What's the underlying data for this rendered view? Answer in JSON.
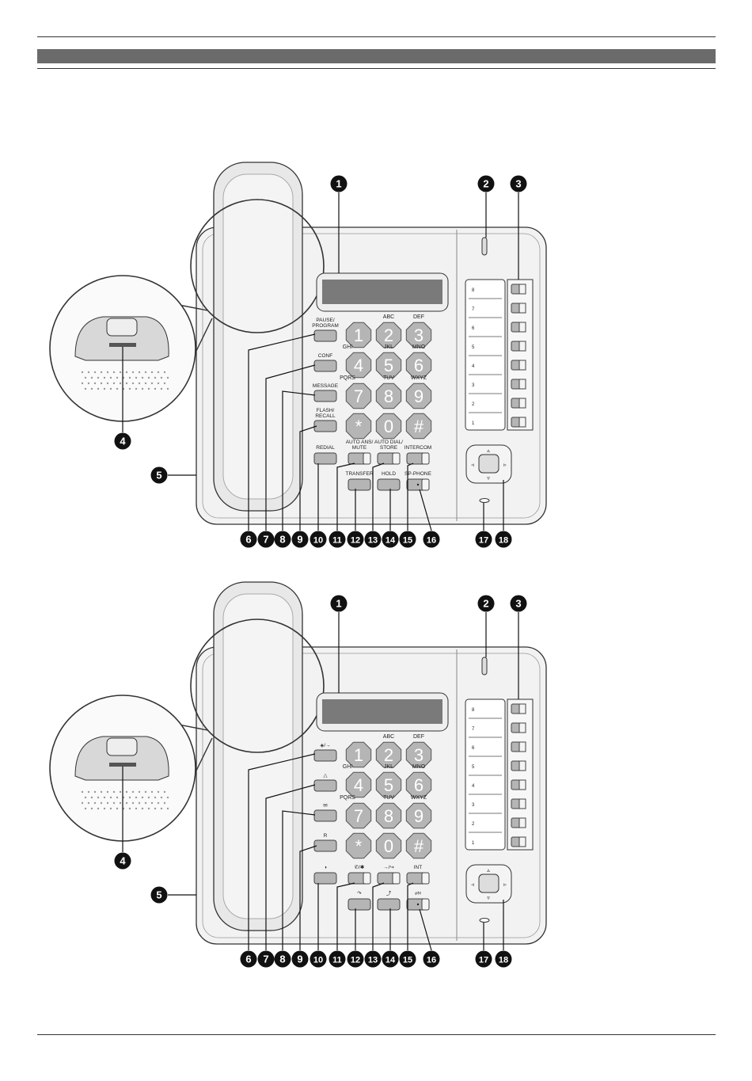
{
  "diagrams": [
    {
      "name": "phone-text-labels",
      "left_buttons": [
        "PAUSE/\nPROGRAM",
        "CONF",
        "MESSAGE",
        "FLASH/\nRECALL"
      ],
      "row1_buttons": [
        "REDIAL",
        "AUTO ANS/\nMUTE",
        "AUTO DIAL/\nSTORE",
        "INTERCOM"
      ],
      "row2_buttons": [
        "TRANSFER",
        "HOLD",
        "SP-PHONE"
      ]
    },
    {
      "name": "phone-icon-labels",
      "left_buttons": [
        "◈/→",
        "△",
        "✉",
        "R"
      ],
      "row1_buttons": [
        "◑",
        "✆/✱",
        "→/↪",
        "INT"
      ],
      "row2_buttons": [
        "↷",
        "⤴",
        "🕬"
      ]
    }
  ],
  "keypad": {
    "keys": [
      "1",
      "2",
      "3",
      "4",
      "5",
      "6",
      "7",
      "8",
      "9",
      "*",
      "0",
      "#"
    ],
    "letters": [
      "",
      "ABC",
      "DEF",
      "GHI",
      "JKL",
      "MNO",
      "PQRS",
      "TUV",
      "WXYZ",
      "",
      "",
      ""
    ]
  },
  "dss_numbers": [
    "8",
    "7",
    "6",
    "5",
    "4",
    "3",
    "2",
    "1"
  ],
  "callouts": [
    "1",
    "2",
    "3",
    "4",
    "5",
    "6",
    "7",
    "8",
    "9",
    "10",
    "11",
    "12",
    "13",
    "14",
    "15",
    "16",
    "17",
    "18"
  ],
  "colors": {
    "band": "#6b6b6b",
    "body": "#f0f0f0",
    "key": "#b8b8b8",
    "callout": "#111111"
  }
}
